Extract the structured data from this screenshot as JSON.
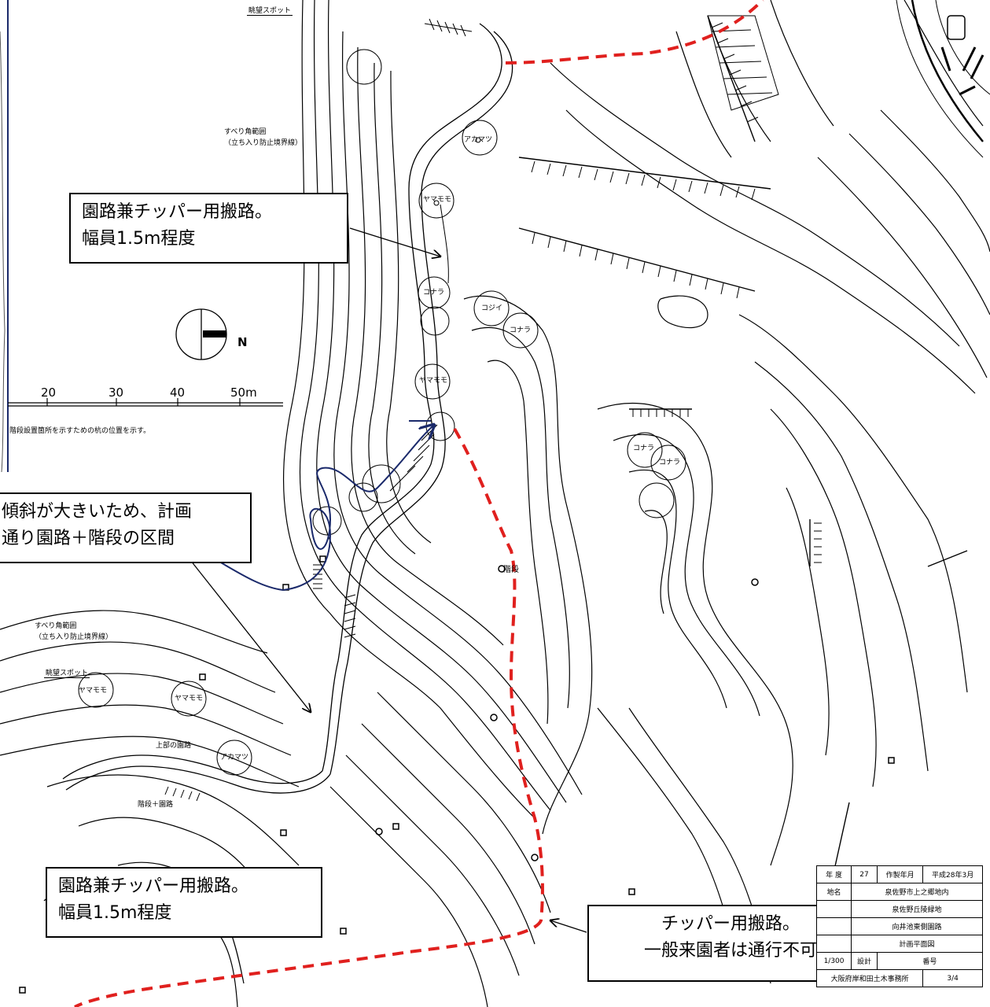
{
  "callouts": {
    "top": {
      "line1": "園路兼チッパー用搬路。",
      "line2": "幅員1.5m程度"
    },
    "middle": {
      "line1": "傾斜が大きいため、計画",
      "line2": "通り園路＋階段の区間"
    },
    "bottom": {
      "line1": "園路兼チッパー用搬路。",
      "line2": "幅員1.5m程度"
    },
    "right": {
      "line1": "チッパー用搬路。",
      "line2": "一般来園者は通行不可"
    }
  },
  "map_labels": {
    "spot_top": "眺望スポット",
    "spot_bottom": "眺望スポット",
    "slide_top_1": "すべり角範囲",
    "slide_top_2": "（立ち入り防止境界線）",
    "slide_bottom_1": "すべり角範囲",
    "slide_bottom_2": "（立ち入り防止境界線）",
    "marker_note": "階段設置箇所を示すための杭の位置を示す。",
    "north": "N",
    "stairs_a": "階段",
    "stairs_b": "階段＋園路",
    "path_note": "上部の園路"
  },
  "trees": [
    "アカマツ",
    "ヤマモモ",
    "コナラ",
    "コジイ",
    "コナラ",
    "ヤマモモ",
    "コナラ",
    "コナラ",
    "ヤマモモ",
    "ヤマモモ",
    "アカマツ"
  ],
  "scale": {
    "ticks": [
      "20",
      "30",
      "40",
      "50m"
    ]
  },
  "title_block": {
    "r1": [
      "年 度",
      "27",
      "作製年月",
      "平成28年3月"
    ],
    "r2": [
      "地名",
      "泉佐野市上之郷地内"
    ],
    "r3": [
      "",
      "泉佐野丘陵緑地"
    ],
    "r4": [
      "",
      "向井池東側園路"
    ],
    "r5": [
      "",
      "計画平面図"
    ],
    "r6": [
      "1/300",
      "設計",
      "番号"
    ],
    "r7": [
      "大阪府岸和田土木事務所",
      "3/4"
    ]
  },
  "colors": {
    "red_route": "#e0201e",
    "blue_route": "#1b2a6b",
    "contour": "#000000"
  }
}
